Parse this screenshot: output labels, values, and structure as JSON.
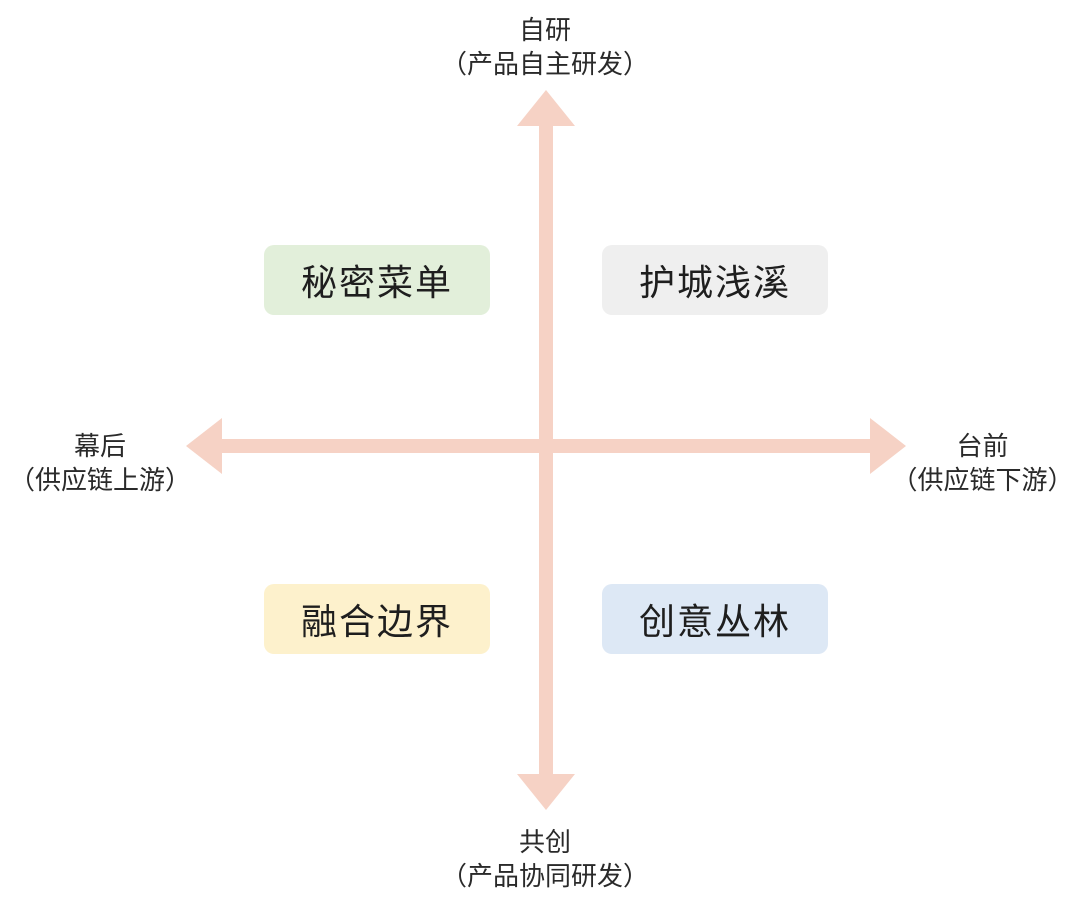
{
  "axes": {
    "color": "#f6d2c5",
    "top": {
      "title": "自研",
      "subtitle": "（产品自主研发）"
    },
    "bottom": {
      "title": "共创",
      "subtitle": "（产品协同研发）"
    },
    "left": {
      "title": "幕后",
      "subtitle": "（供应链上游）"
    },
    "right": {
      "title": "台前",
      "subtitle": "（供应链下游）"
    }
  },
  "quadrants": {
    "top_left": {
      "label": "秘密菜单",
      "color": "#e2efda"
    },
    "top_right": {
      "label": "护城浅溪",
      "color": "#efefef"
    },
    "bottom_left": {
      "label": "融合边界",
      "color": "#fdf1cc"
    },
    "bottom_right": {
      "label": "创意丛林",
      "color": "#dde8f5"
    }
  }
}
